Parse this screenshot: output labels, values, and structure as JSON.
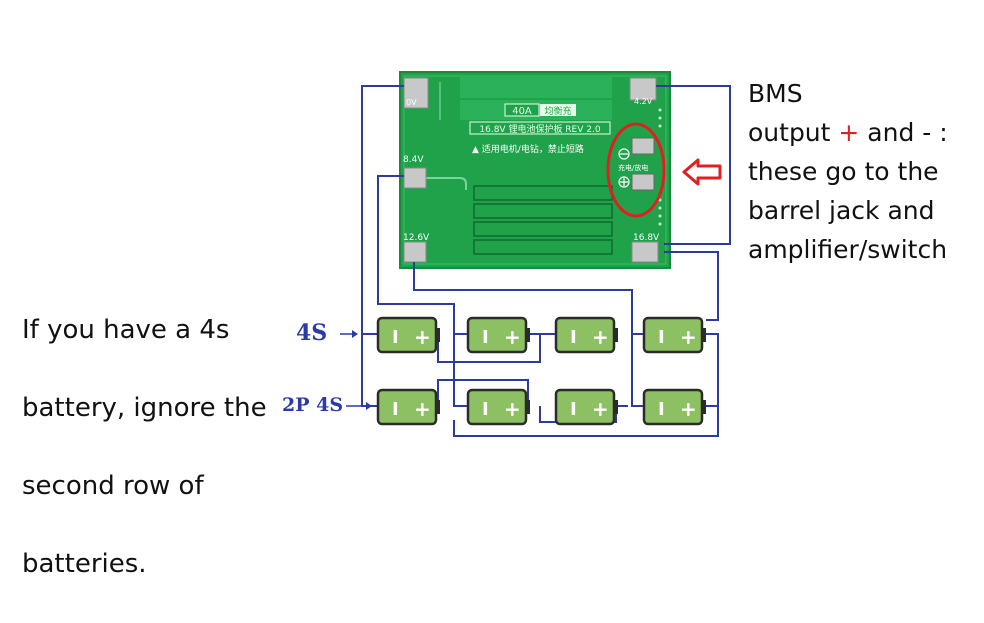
{
  "note": {
    "line1": "If you have a 4s",
    "line2": "battery, ignore the",
    "line3": "second row of",
    "line4": "batteries."
  },
  "bms_label": {
    "title": "BMS",
    "output_prefix": "output ",
    "plus_sign": "+",
    "output_suffix": " and - :",
    "line3": "these go to the",
    "line4": "barrel jack and",
    "line5": "amplifier/switch"
  },
  "board": {
    "pad_0v": "0V",
    "pad_4v2": "4.2V",
    "pad_8v4": "8.4V",
    "pad_12v6": "12.6V",
    "pad_16v8": "16.8V",
    "badge": "40A",
    "badge2": "均衡充",
    "title_line": "16.8V 锂电池保护板 REV 2.0",
    "warning_line": "适用电机/电钻，禁止短路",
    "charge_label": "充电/放电"
  },
  "rows": {
    "row1_label": "4S",
    "row2_label": "2P 4S"
  },
  "battery": {
    "minus": "I",
    "plus": "+"
  },
  "colors": {
    "wire": "#2b3c9c",
    "pcb": "#1fa24a",
    "battery": "#8dc063",
    "battery_border": "#2b2b2b",
    "highlight": "#e02020",
    "label_blue": "#2a3aa8"
  }
}
